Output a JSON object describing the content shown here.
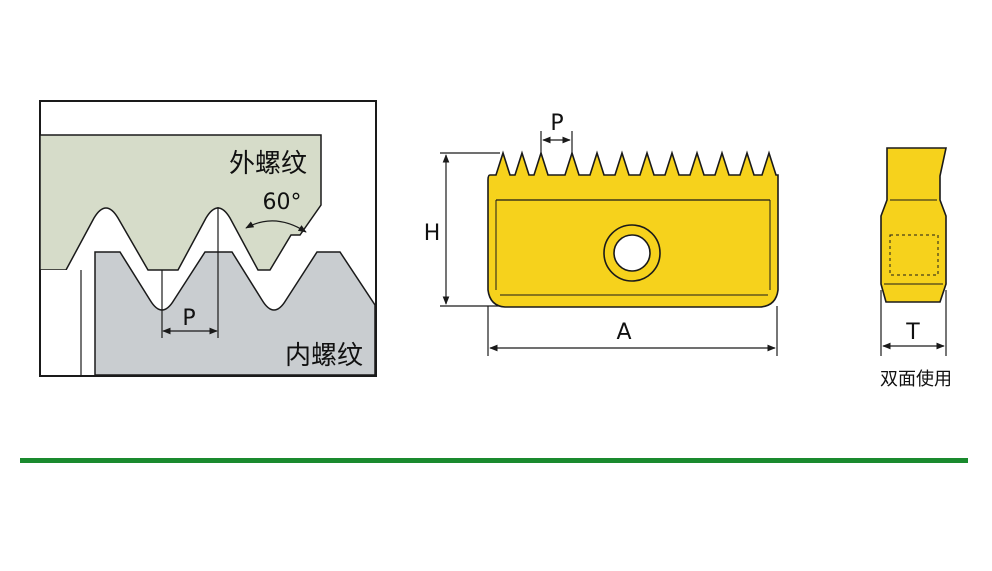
{
  "thread_profile": {
    "external_label": "外螺纹",
    "internal_label": "内螺纹",
    "angle_label": "60°",
    "pitch_label": "P"
  },
  "insert_front": {
    "pitch_label": "P",
    "height_label": "H",
    "length_label": "A"
  },
  "insert_side": {
    "thickness_label": "T",
    "caption": "双面使用"
  },
  "colors": {
    "external_fill": "#d6dcc9",
    "internal_fill": "#c9cdd0",
    "insert_fill": "#f6d21c",
    "separator": "#1a8a2e",
    "line": "#1a1a1a"
  }
}
